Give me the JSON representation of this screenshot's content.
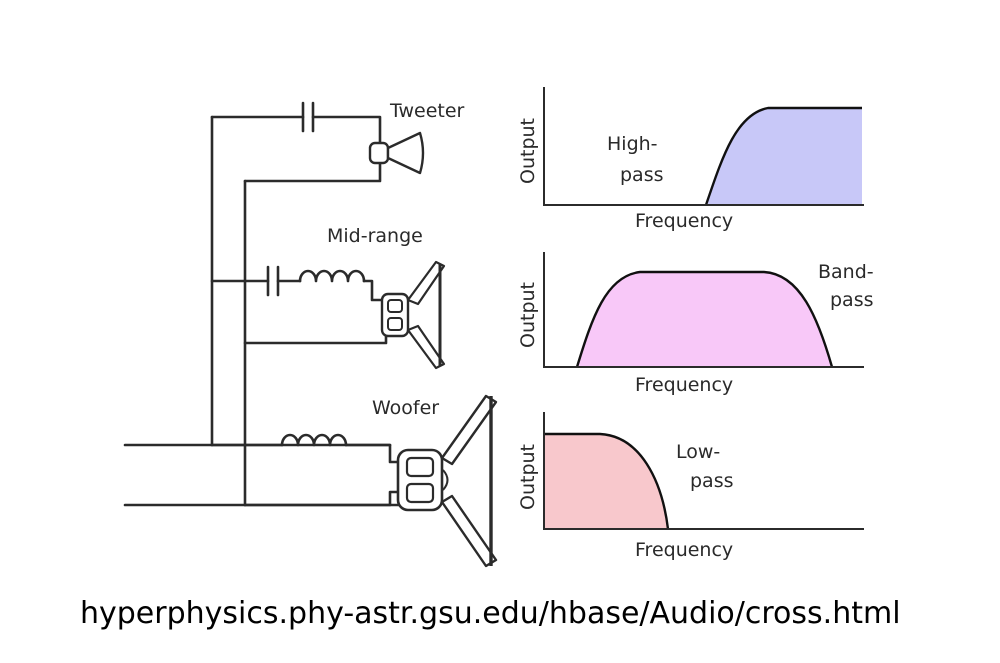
{
  "labels": {
    "tweeter": "Tweeter",
    "midrange": "Mid-range",
    "woofer": "Woofer"
  },
  "charts": [
    {
      "kind": "high-pass",
      "ylabel": "Output",
      "xlabel": "Frequency",
      "name_lines": [
        "High-",
        "pass"
      ],
      "fill": "#c8c8f8"
    },
    {
      "kind": "band-pass",
      "ylabel": "Output",
      "xlabel": "Frequency",
      "name_lines": [
        "Band-",
        "pass"
      ],
      "fill": "#f8c8f8"
    },
    {
      "kind": "low-pass",
      "ylabel": "Output",
      "xlabel": "Frequency",
      "name_lines": [
        "Low-",
        "pass"
      ],
      "fill": "#f8c8cc"
    }
  ],
  "source_url": "hyperphysics.phy-astr.gsu.edu/hbase/Audio/cross.html"
}
